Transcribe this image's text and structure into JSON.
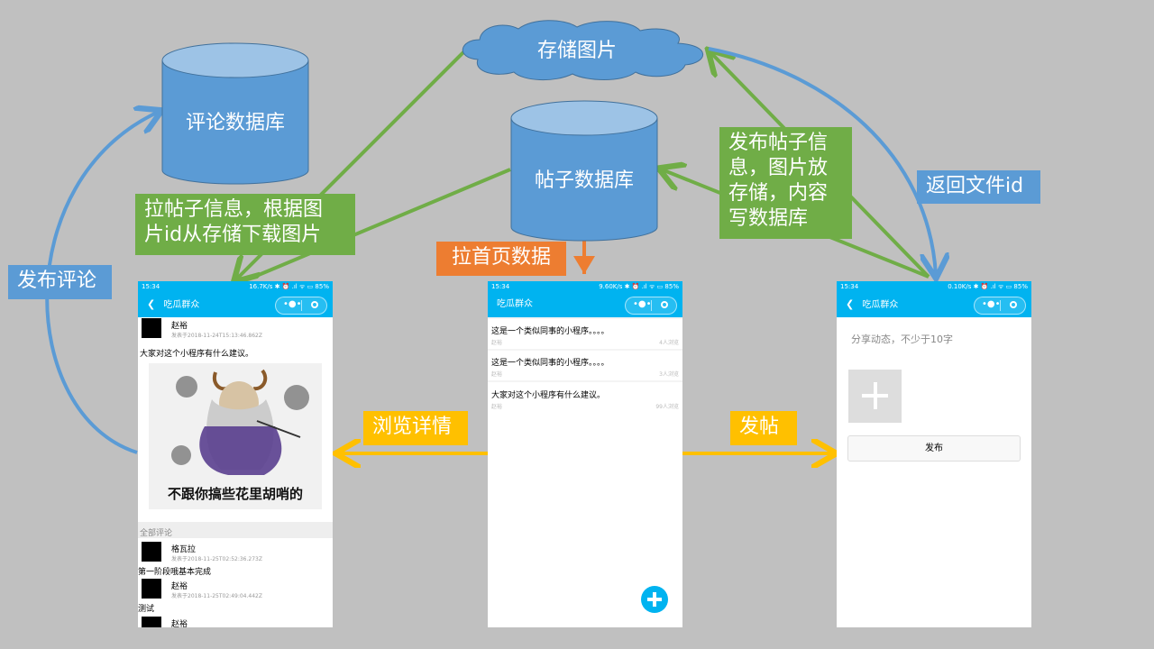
{
  "databases": {
    "comment_db": "评论数据库",
    "post_db": "帖子数据库",
    "storage_cloud": "存储图片"
  },
  "labels": {
    "pull_post_info": [
      "拉帖子信息，根据图",
      "片id从存储下载图片"
    ],
    "pull_home_data": "拉首页数据",
    "post_publish_info": [
      "发布帖子信",
      "息，图片放",
      "存储，内容",
      "写数据库"
    ],
    "return_file_id": "返回文件id",
    "publish_comment": "发布评论",
    "browse_detail": "浏览详情",
    "publish_post": "发帖"
  },
  "phone_detail": {
    "status_left": "15:34",
    "status_right": "16.7K/s ✱ ⏰ .ıl ᯤ ▭ 85%",
    "title": "吃瓜群众",
    "author": "赵裕",
    "posted_at": "发表于2018-11-24T15:13:46.862Z",
    "content": "大家对这个小程序有什么建议。",
    "meme_caption": "不跟你搞些花里胡哨的",
    "all_comments_label": "全部评论",
    "comments": [
      {
        "name": "格瓦拉",
        "time": "发表于2018-11-25T02:52:36.273Z",
        "text": "第一阶段哦基本完成"
      },
      {
        "name": "赵裕",
        "time": "发表于2018-11-25T02:49:04.442Z",
        "text": "测试"
      },
      {
        "name": "赵裕",
        "time": "",
        "text": ""
      }
    ]
  },
  "phone_home": {
    "status_left": "15:34",
    "status_right": "9.60K/s ✱ ⏰ .ıl ᯤ ▭ 85%",
    "title": "吃瓜群众",
    "posts": [
      {
        "title": "这是一个类似同事的小程序。。。。",
        "author": "赵裕",
        "views": "4人浏览"
      },
      {
        "title": "这是一个类似同事的小程序。。。。",
        "author": "赵裕",
        "views": "3人浏览"
      },
      {
        "title": "大家对这个小程序有什么建议。",
        "author": "赵裕",
        "views": "99人浏览"
      }
    ],
    "fab_icon": "plus-icon"
  },
  "phone_post": {
    "status_left": "15:34",
    "status_right": "0.10K/s ✱ ⏰ .ıl ᯤ ▭ 85%",
    "title": "吃瓜群众",
    "placeholder": "分享动态，不少于10字",
    "submit_label": "发布",
    "add_image_icon": "plus-icon"
  },
  "colors": {
    "background": "#c0c0c0",
    "db_fill": "#5b9bd5",
    "green_arrow": "#70ad47",
    "blue_arrow": "#5b9bd5",
    "orange_arrow": "#ed7d31",
    "yellow_arrow": "#ffc000",
    "app_bar": "#00b3f0"
  }
}
